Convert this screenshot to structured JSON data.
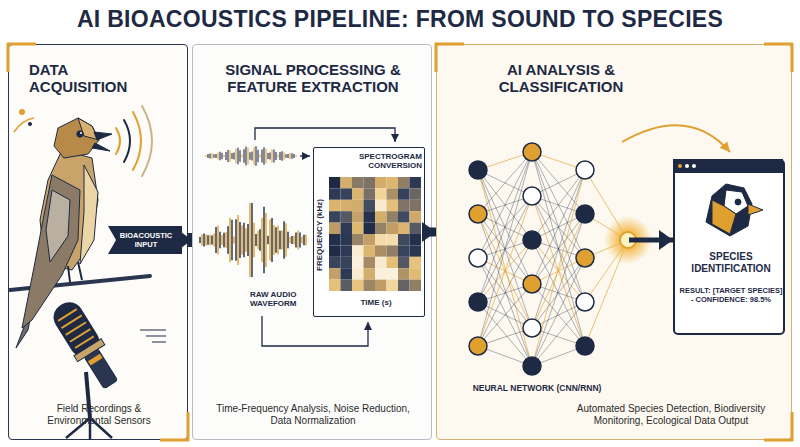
{
  "diagram": {
    "title": "AI BIOACOUSTICS PIPELINE: FROM SOUND TO SPECIES",
    "nodes": [
      {
        "text": [
          "DATA ACQUISITION",
          "Field Recordings & Environmental Sensors"
        ]
      },
      {
        "text": [
          "SIGNAL PROCESSING & FEATURE EXTRACTION",
          "Time-Frequency Analysis, Noise Reduction, Data Normalization"
        ]
      },
      {
        "text": [
          "SPECTROGRAM CONVERSION",
          "FREQUENCY (kHz)",
          "TIME (s)"
        ],
        "in": 1
      },
      {
        "text": [
          "AI ANALYSIS & CLASSIFICATION",
          "Automated Species Detection, Biodiversity Monitoring, Ecological Data Output"
        ]
      },
      {
        "text": [
          "SPECIES IDENTIFICATION",
          "RESULT: [TARGET SPECIES] - CONFIDENCE: 98.5%"
        ],
        "in": 3
      }
    ],
    "edges": [
      {
        "from": 0,
        "to": 1,
        "arrow": "to",
        "label": "BIOACOUSTIC INPUT"
      },
      {
        "from": 2,
        "to": 3,
        "arrow": "to"
      },
      {
        "from": 3,
        "to": 4,
        "arrow": "to"
      }
    ],
    "labels": [
      "RAW AUDIO WAVEFORM",
      "NEURAL NETWORK (CNN/RNN)"
    ]
  }
}
